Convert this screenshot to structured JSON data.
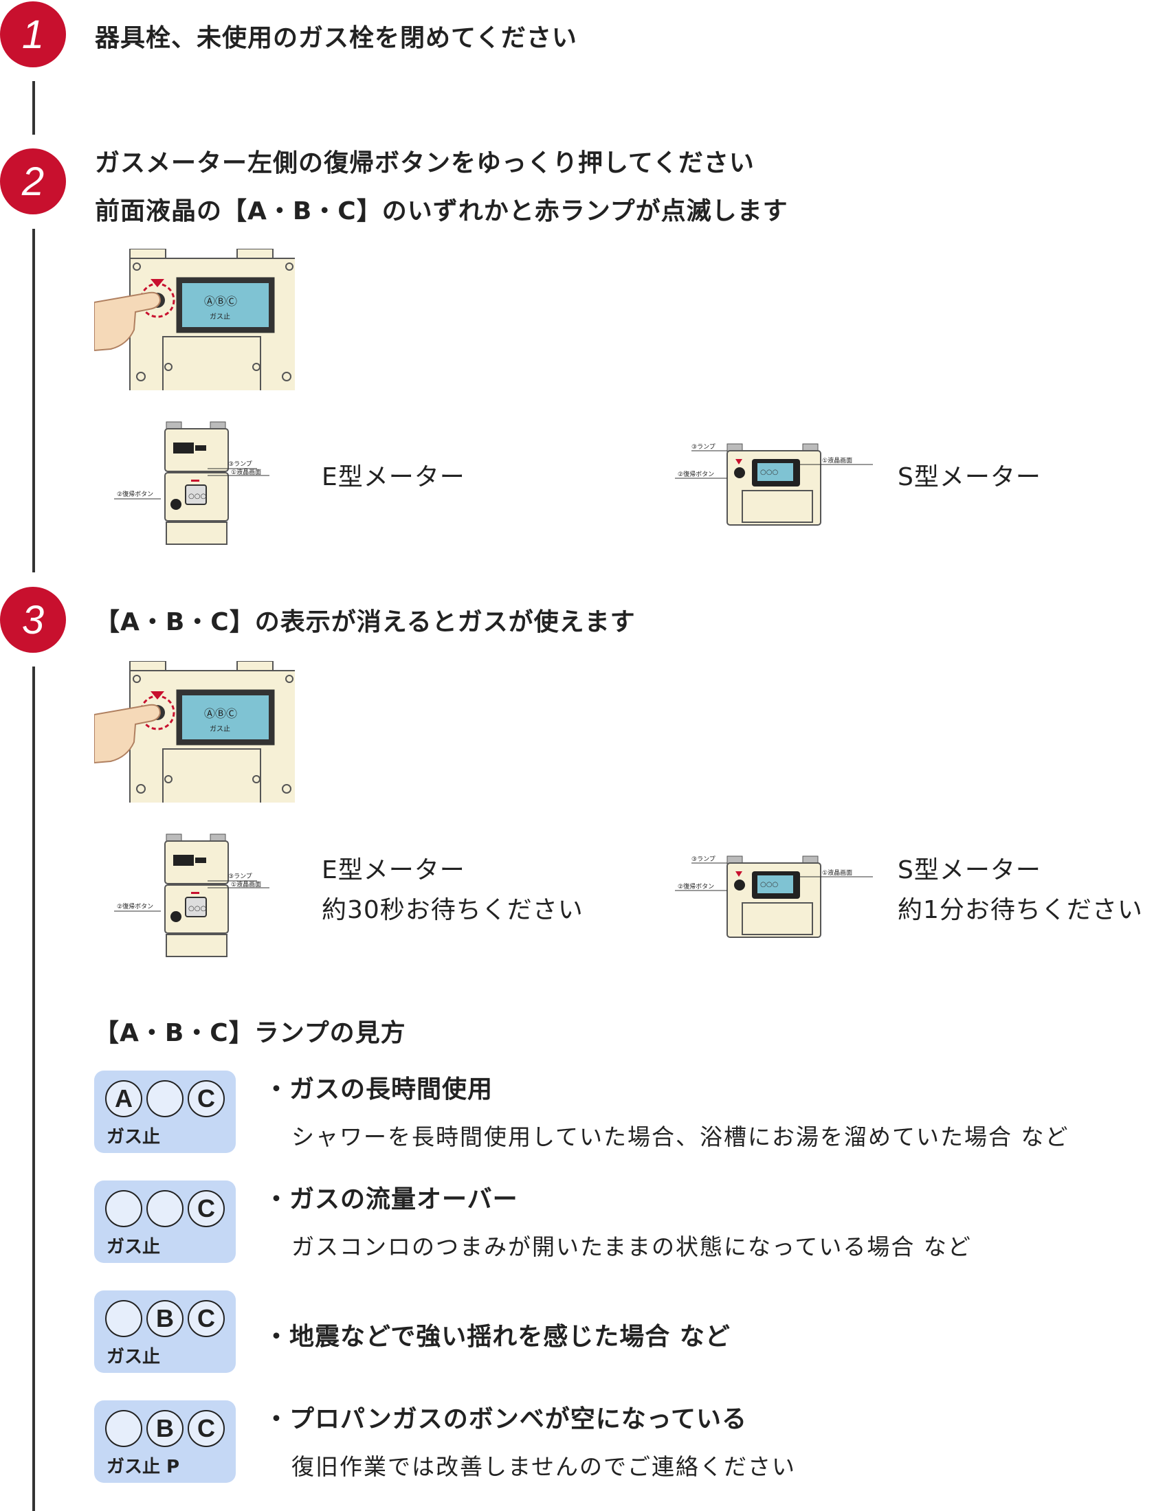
{
  "steps": [
    {
      "number": "1",
      "lines": [
        "器具栓、未使用のガス栓を閉めてください"
      ]
    },
    {
      "number": "2",
      "lines": [
        "ガスメーター左側の復帰ボタンをゆっくり押してください",
        "前面液晶の【A・B・C】のいずれかと赤ランプが点滅します"
      ]
    },
    {
      "number": "3",
      "lines": [
        "【A・B・C】の表示が消えるとガスが使えます"
      ]
    }
  ],
  "meters": {
    "lamp_label": "③ランプ",
    "reset_button_label": "②復帰ボタン",
    "lcd_label": "①液晶画面",
    "lcd_icons": [
      "Ⓐ",
      "Ⓑ",
      "Ⓒ"
    ],
    "lcd_gas_stop": "ガス止",
    "step2_e_label": "E型メーター",
    "step2_s_label": "S型メーター",
    "step3_e_label": "E型メーター",
    "step3_e_wait": "約30秒お待ちください",
    "step3_s_label": "S型メーター",
    "step3_s_wait": "約1分お待ちください"
  },
  "lamp_guide": {
    "title": "【A・B・C】ランプの見方",
    "items": [
      {
        "a": "A",
        "b": "",
        "c": "C",
        "badge_label": "ガス止",
        "condition": "・ガスの長時間使用",
        "description": "シャワーを長時間使用していた場合、浴槽にお湯を溜めていた場合 など"
      },
      {
        "a": "",
        "b": "",
        "c": "C",
        "badge_label": "ガス止",
        "condition": "・ガスの流量オーバー",
        "description": "ガスコンロのつまみが開いたままの状態になっている場合 など"
      },
      {
        "a": "",
        "b": "B",
        "c": "C",
        "badge_label": "ガス止",
        "condition": "・地震などで強い揺れを感じた場合 など",
        "description": ""
      },
      {
        "a": "",
        "b": "B",
        "c": "C",
        "badge_label": "ガス止 P",
        "condition": "・プロパンガスのボンベが空になっている",
        "description": "復旧作業では改善しませんのでご連絡ください"
      }
    ]
  },
  "colors": {
    "accent_red": "#c8102e",
    "badge_blue": "#c5d8f5",
    "meter_body": "#f6f0d6",
    "lcd": "#7fc3d3"
  }
}
